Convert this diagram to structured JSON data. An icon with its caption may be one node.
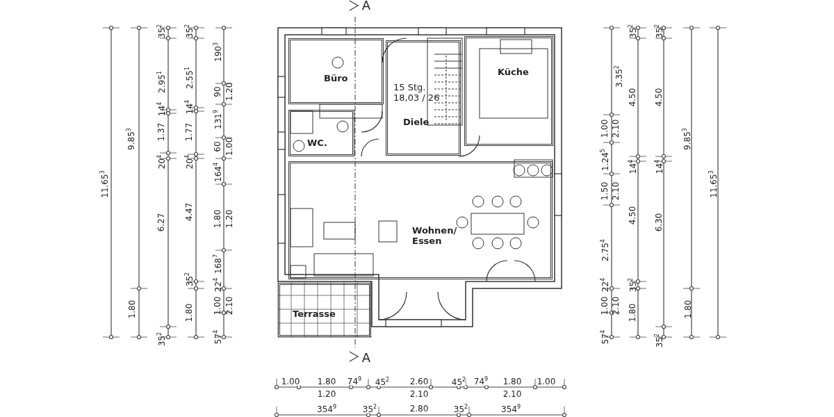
{
  "diagram": {
    "nodes": [
      {
        "text": [
          "Büro"
        ]
      },
      {
        "text": [
          "15 Stg. 18,03 / 26",
          "Diele"
        ]
      },
      {
        "text": [
          "Küche"
        ]
      },
      {
        "text": [
          "WC."
        ]
      },
      {
        "text": [
          "Wohnen/ Essen"
        ]
      },
      {
        "text": [
          "Terrasse"
        ]
      }
    ],
    "labels": [
      "A",
      "11.65$^{3}$",
      "9.85$^{3}$",
      "1.80",
      "35$^{2}$",
      "2.95$^{1}$",
      "14$^{4}$",
      "1.37",
      "20$^{4}$",
      "6.27",
      "35$^{2}$",
      "35$^{2}$",
      "2.55$^{1}$",
      "14$^{4}$",
      "1.77",
      "20$^{4}$",
      "4.47",
      "35$^{2}$",
      "1.80",
      "190$^{3}$",
      "90",
      "1.20",
      "131$^{9}$",
      "60",
      "1.00",
      "164$^{4}$",
      "1.80",
      "1.20",
      "168$^{7}$",
      "22$^{4}$",
      "1.00",
      "2.10",
      "57$^{4}$",
      "3.35$^{2}$",
      "1.00",
      "2.10",
      "1.24$^{5}$",
      "1.50",
      "2.10",
      "2.75$^{4}$",
      "22$^{4}$",
      "1.00",
      "2.10",
      "57$^{4}$",
      "35$^{2}$",
      "4.50",
      "14$^{4}$",
      "4.50",
      "35$^{2}$",
      "1.80",
      "35$^{2}$",
      "4.50",
      "14$^{4}$",
      "6.30",
      "35$^{2}$",
      "9.85$^{3}$",
      "1.80",
      "11.65$^{3}$",
      "1.00",
      "1.80",
      "1.20",
      "74$^{9}$",
      "45$^{2}$",
      "2.60",
      "2.10",
      "45$^{2}$",
      "74$^{9}$",
      "1.80",
      "2.10",
      "1.00",
      "354$^{9}$",
      "35$^{2}$",
      "2.80",
      "35$^{2}$",
      "354$^{9}$",
      "A"
    ]
  }
}
